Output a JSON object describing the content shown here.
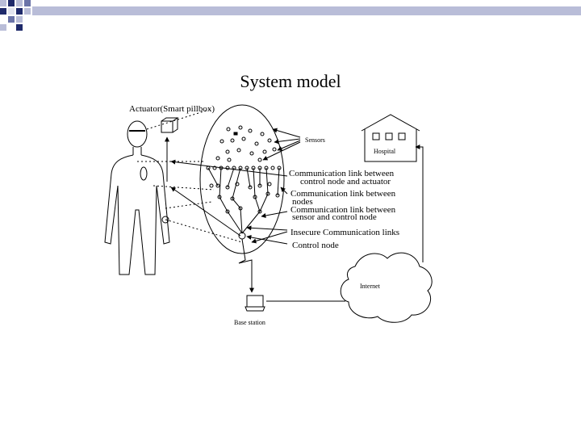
{
  "slide": {
    "title": "System model"
  },
  "theme": {
    "deco_dark": "#1f2a6b",
    "deco_mid": "#6b74a8",
    "deco_light": "#b9bdd8",
    "deco_pale": "#e2e4ef"
  },
  "diagram": {
    "actuator_label": "Actuator(Smart pillbox)",
    "sensors_label": "Sensors",
    "hospital_label": "Hospital",
    "link_ctrl_actuator": [
      "Communication link between",
      "control node and actuator"
    ],
    "link_nodes": [
      "Communication link between",
      "nodes"
    ],
    "link_sensor_ctrl": [
      "Communication link between",
      "sensor and control node"
    ],
    "insecure_links_label": "Insecure Communication links",
    "control_node_label": "Control node",
    "internet_label": "Internet",
    "base_station_label": "Base station"
  }
}
